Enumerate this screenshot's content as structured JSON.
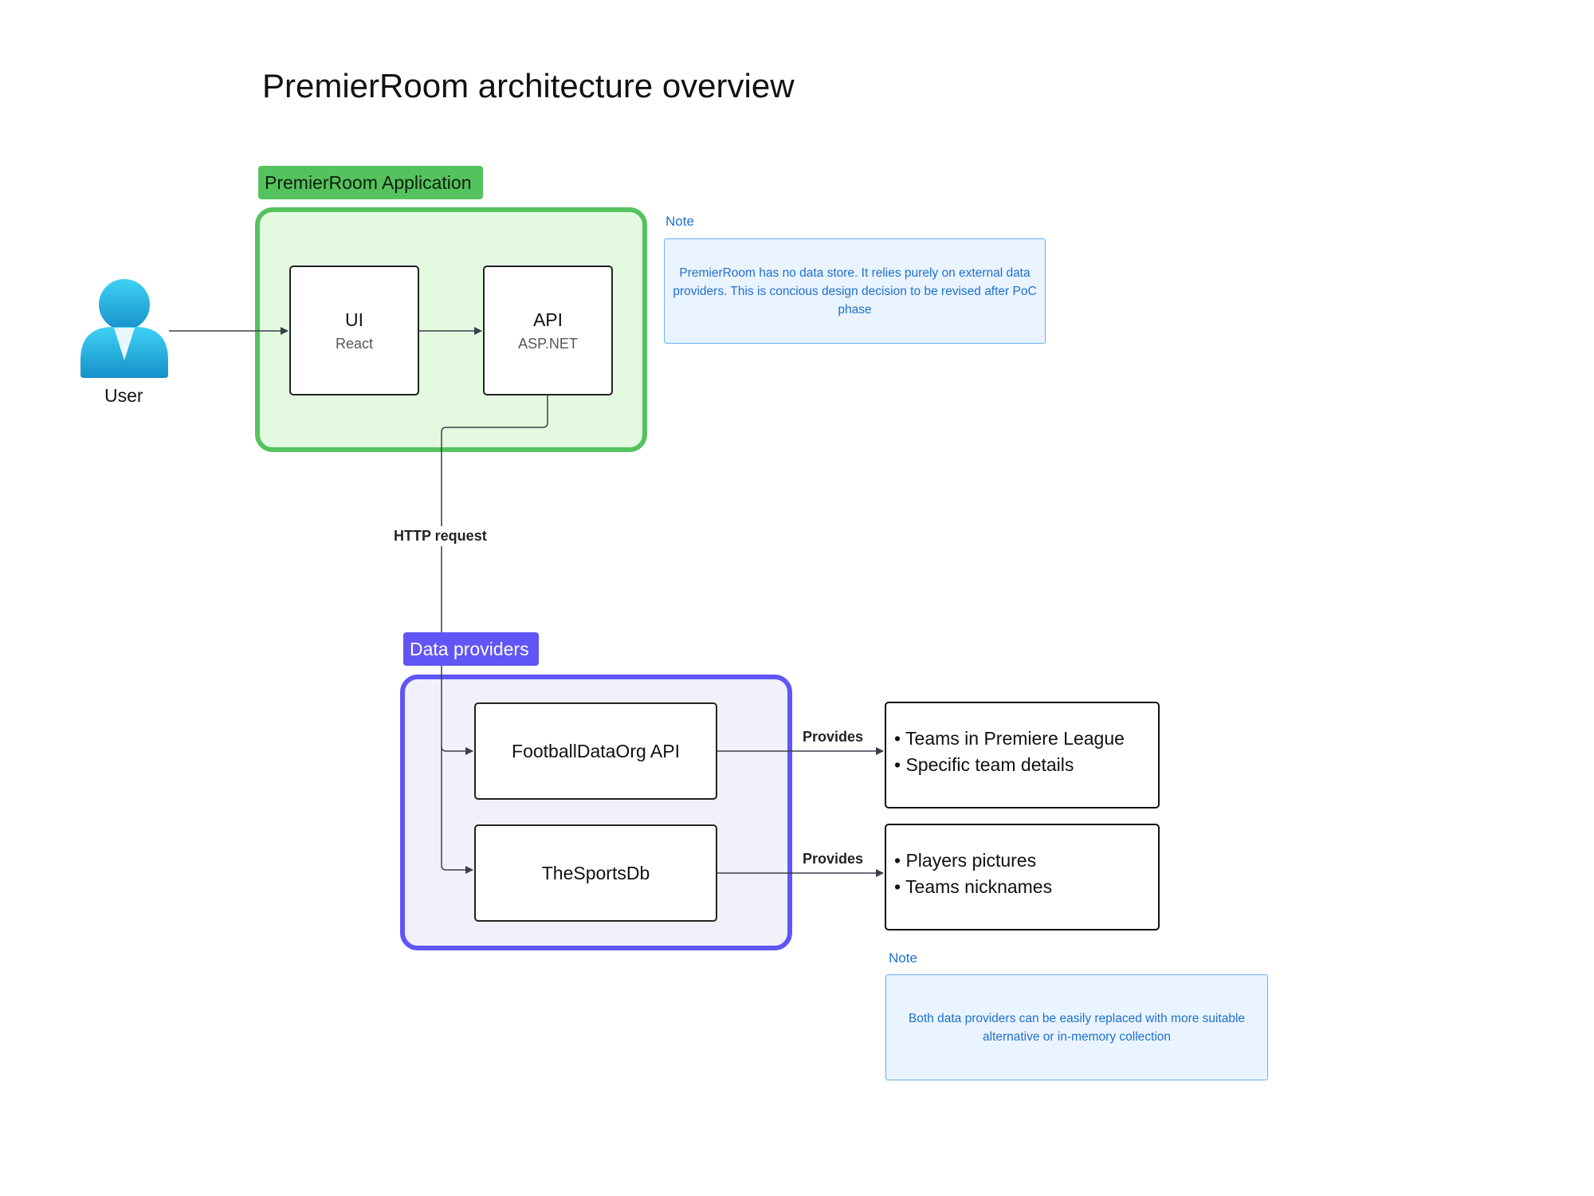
{
  "title": "PremierRoom architecture overview",
  "groups": {
    "application": {
      "label": "PremierRoom Application",
      "color": "#55c35d",
      "fill": "#e3fae0"
    },
    "providers": {
      "label": "Data providers",
      "color": "#6155f5",
      "fill": "#f1f1fc"
    }
  },
  "actor": {
    "label": "User",
    "icon": "user-icon"
  },
  "nodes": {
    "ui": {
      "name": "UI",
      "tech": "React"
    },
    "api": {
      "name": "API",
      "tech": "ASP.NET"
    },
    "football_data": {
      "name": "FootballDataOrg API"
    },
    "sports_db": {
      "name": "TheSportsDb"
    }
  },
  "edges": {
    "http_request": "HTTP request",
    "provides_1": "Provides",
    "provides_2": "Provides"
  },
  "provided_data": {
    "football_data": [
      "Teams in Premiere League",
      "Specific team details"
    ],
    "sports_db": [
      "Players pictures",
      "Teams nicknames"
    ]
  },
  "notes": [
    {
      "title": "Note",
      "text": "PremierRoom has no data store. It relies purely on external data providers. This is concious design decision to be revised after PoC phase"
    },
    {
      "title": "Note",
      "text": "Both data providers can be easily replaced with more suitable alternative or in-memory collection"
    }
  ]
}
